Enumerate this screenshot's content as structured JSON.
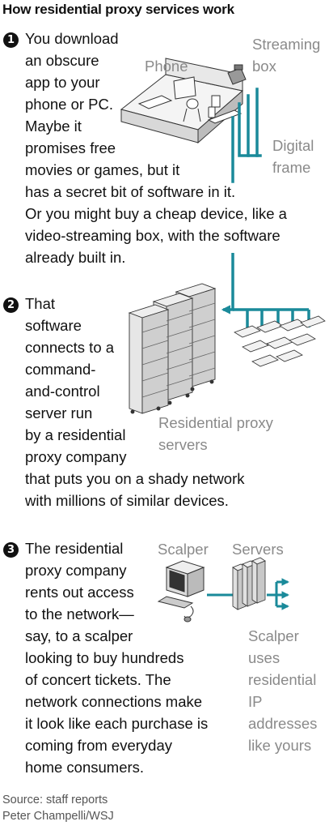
{
  "title": "How residential proxy services work",
  "steps": [
    {
      "number": "1",
      "lines": [
        "You download",
        "an obscure",
        "app to your",
        "phone or PC.",
        "Maybe it",
        "promises free",
        "movies or games, but it",
        "has a secret bit of software in it.",
        "Or you might buy a cheap device, like a",
        "video-streaming box, with the software",
        "already built in."
      ]
    },
    {
      "number": "2",
      "lines": [
        "That",
        "software",
        "connects to a",
        "command-",
        "and-control",
        "server run",
        "by a residential",
        "proxy company",
        "that puts you on a shady network",
        "with millions of similar devices."
      ]
    },
    {
      "number": "3",
      "lines": [
        "The residential",
        "proxy company",
        "rents out access",
        "to the network—",
        "say, to a scalper",
        "looking to buy hundreds",
        "of concert tickets. The",
        "network connections make",
        "it look like each purchase is",
        "coming from everyday",
        "home consumers."
      ]
    }
  ],
  "labels": {
    "phone": "Phone",
    "streaming_box": [
      "Streaming",
      "box"
    ],
    "digital_frame": [
      "Digital",
      "frame"
    ],
    "proxy_servers": [
      "Residential proxy",
      "servers"
    ],
    "scalper": "Scalper",
    "servers": "Servers",
    "scalper_note": [
      "Scalper",
      "uses",
      "residential",
      "IP",
      "addresses",
      "like yours"
    ]
  },
  "colors": {
    "accent": "#1a8a9a",
    "text": "#111111",
    "label": "#8a8a8a"
  },
  "source": "Source: staff reports",
  "credit": "Peter Champelli/WSJ"
}
